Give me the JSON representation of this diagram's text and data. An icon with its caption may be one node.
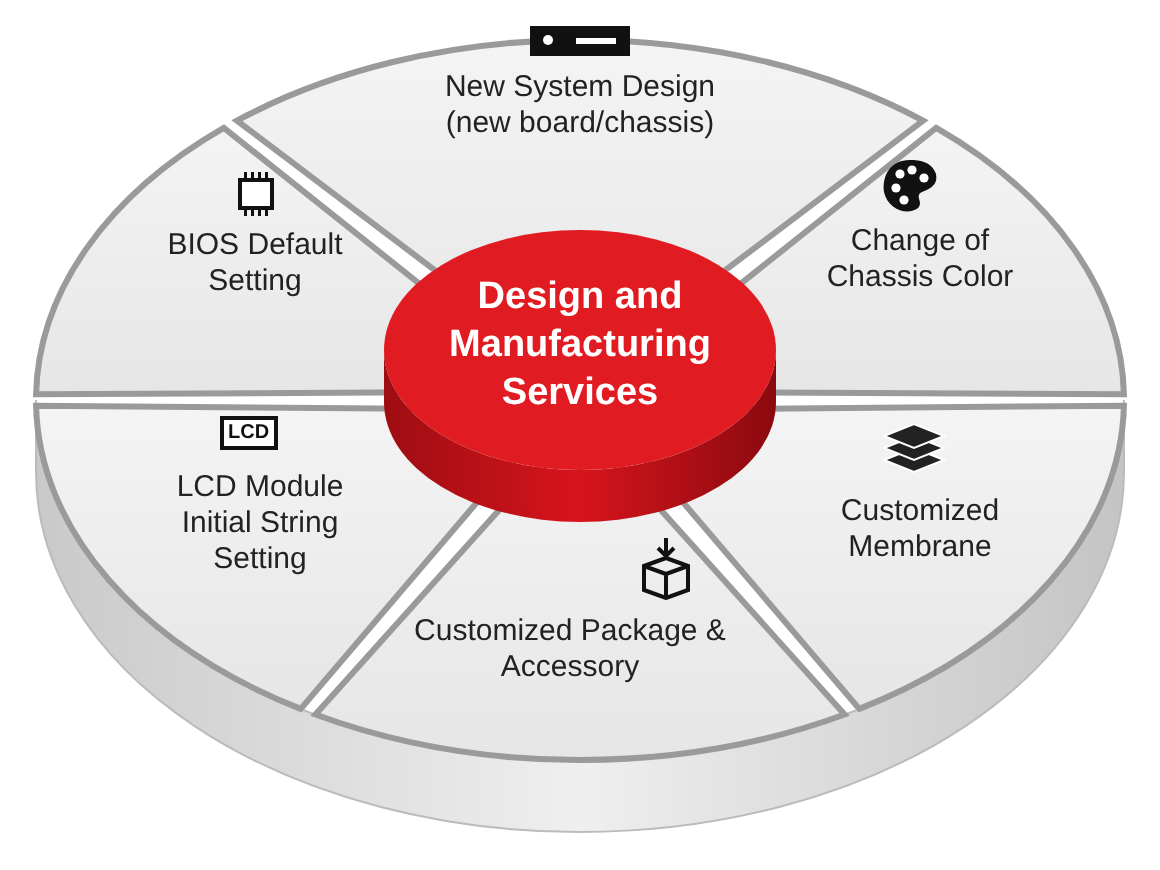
{
  "diagram": {
    "nodes": [
      {
        "text": [
          "Design and Manufacturing Services"
        ]
      },
      {
        "text": [
          "New System Design (new board/chassis)"
        ]
      },
      {
        "text": [
          "Change of Chassis Color"
        ]
      },
      {
        "text": [
          "Customized Membrane"
        ]
      },
      {
        "text": [
          "Customized Package & Accessory"
        ]
      },
      {
        "text": [
          "LCD Module Initial String Setting"
        ]
      },
      {
        "text": [
          "BIOS Default Setting"
        ]
      }
    ],
    "labels": [
      "LCD"
    ]
  }
}
